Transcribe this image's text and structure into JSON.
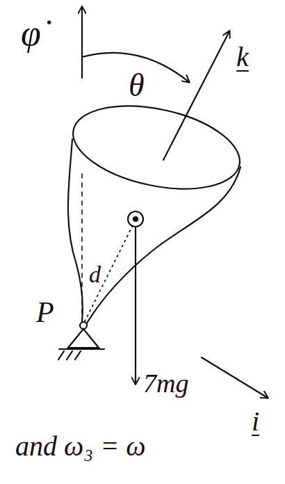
{
  "diagram": {
    "labels": [
      "φ̇",
      "θ",
      "k",
      "d",
      "P",
      "7mg",
      "i",
      "and ω₃ = ω"
    ]
  }
}
